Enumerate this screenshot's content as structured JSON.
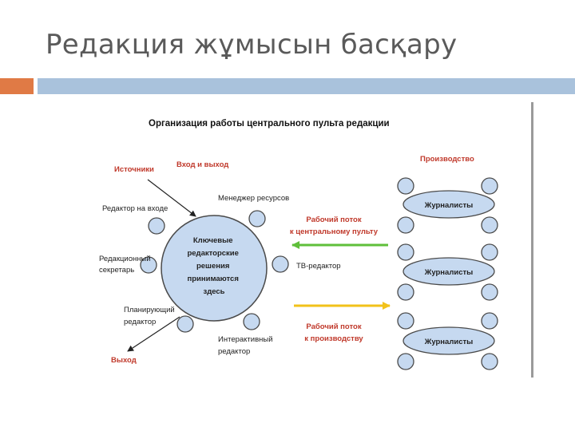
{
  "slide": {
    "title": "Редакция жұмысын басқару"
  },
  "diagram": {
    "heading": "Организация работы центрального пульта редакции",
    "sources_label": "Источники",
    "input_output_label": "Вход и выход",
    "production_label": "Производство",
    "resource_manager": "Менеджер ресурсов",
    "input_editor": "Редактор на входе",
    "secretary_line1": "Редакционный",
    "secretary_line2": "секретарь",
    "planning_line1": "Планирующий",
    "planning_line2": "редактор",
    "output_label": "Выход",
    "tv_editor": "ТВ-редактор",
    "interactive_line1": "Интерактивный",
    "interactive_line2": "редактор",
    "center_lines": [
      "Ключевые",
      "редакторские",
      "решения",
      "принимаются",
      "здесь"
    ],
    "flow_in_line1": "Рабочий поток",
    "flow_in_line2": "к центральному пульту",
    "flow_out_line1": "Рабочий поток",
    "flow_out_line2": "к производству",
    "journalists": [
      "Журналисты",
      "Журналисты",
      "Журналисты"
    ]
  },
  "colors": {
    "accent_red": "#c0392b",
    "node_fill": "#c6d9f0",
    "arrow_green": "#5fbf3a",
    "arrow_yellow": "#f2c21a",
    "title_bar": "#a9c2dc",
    "title_accent": "#e07a45"
  }
}
